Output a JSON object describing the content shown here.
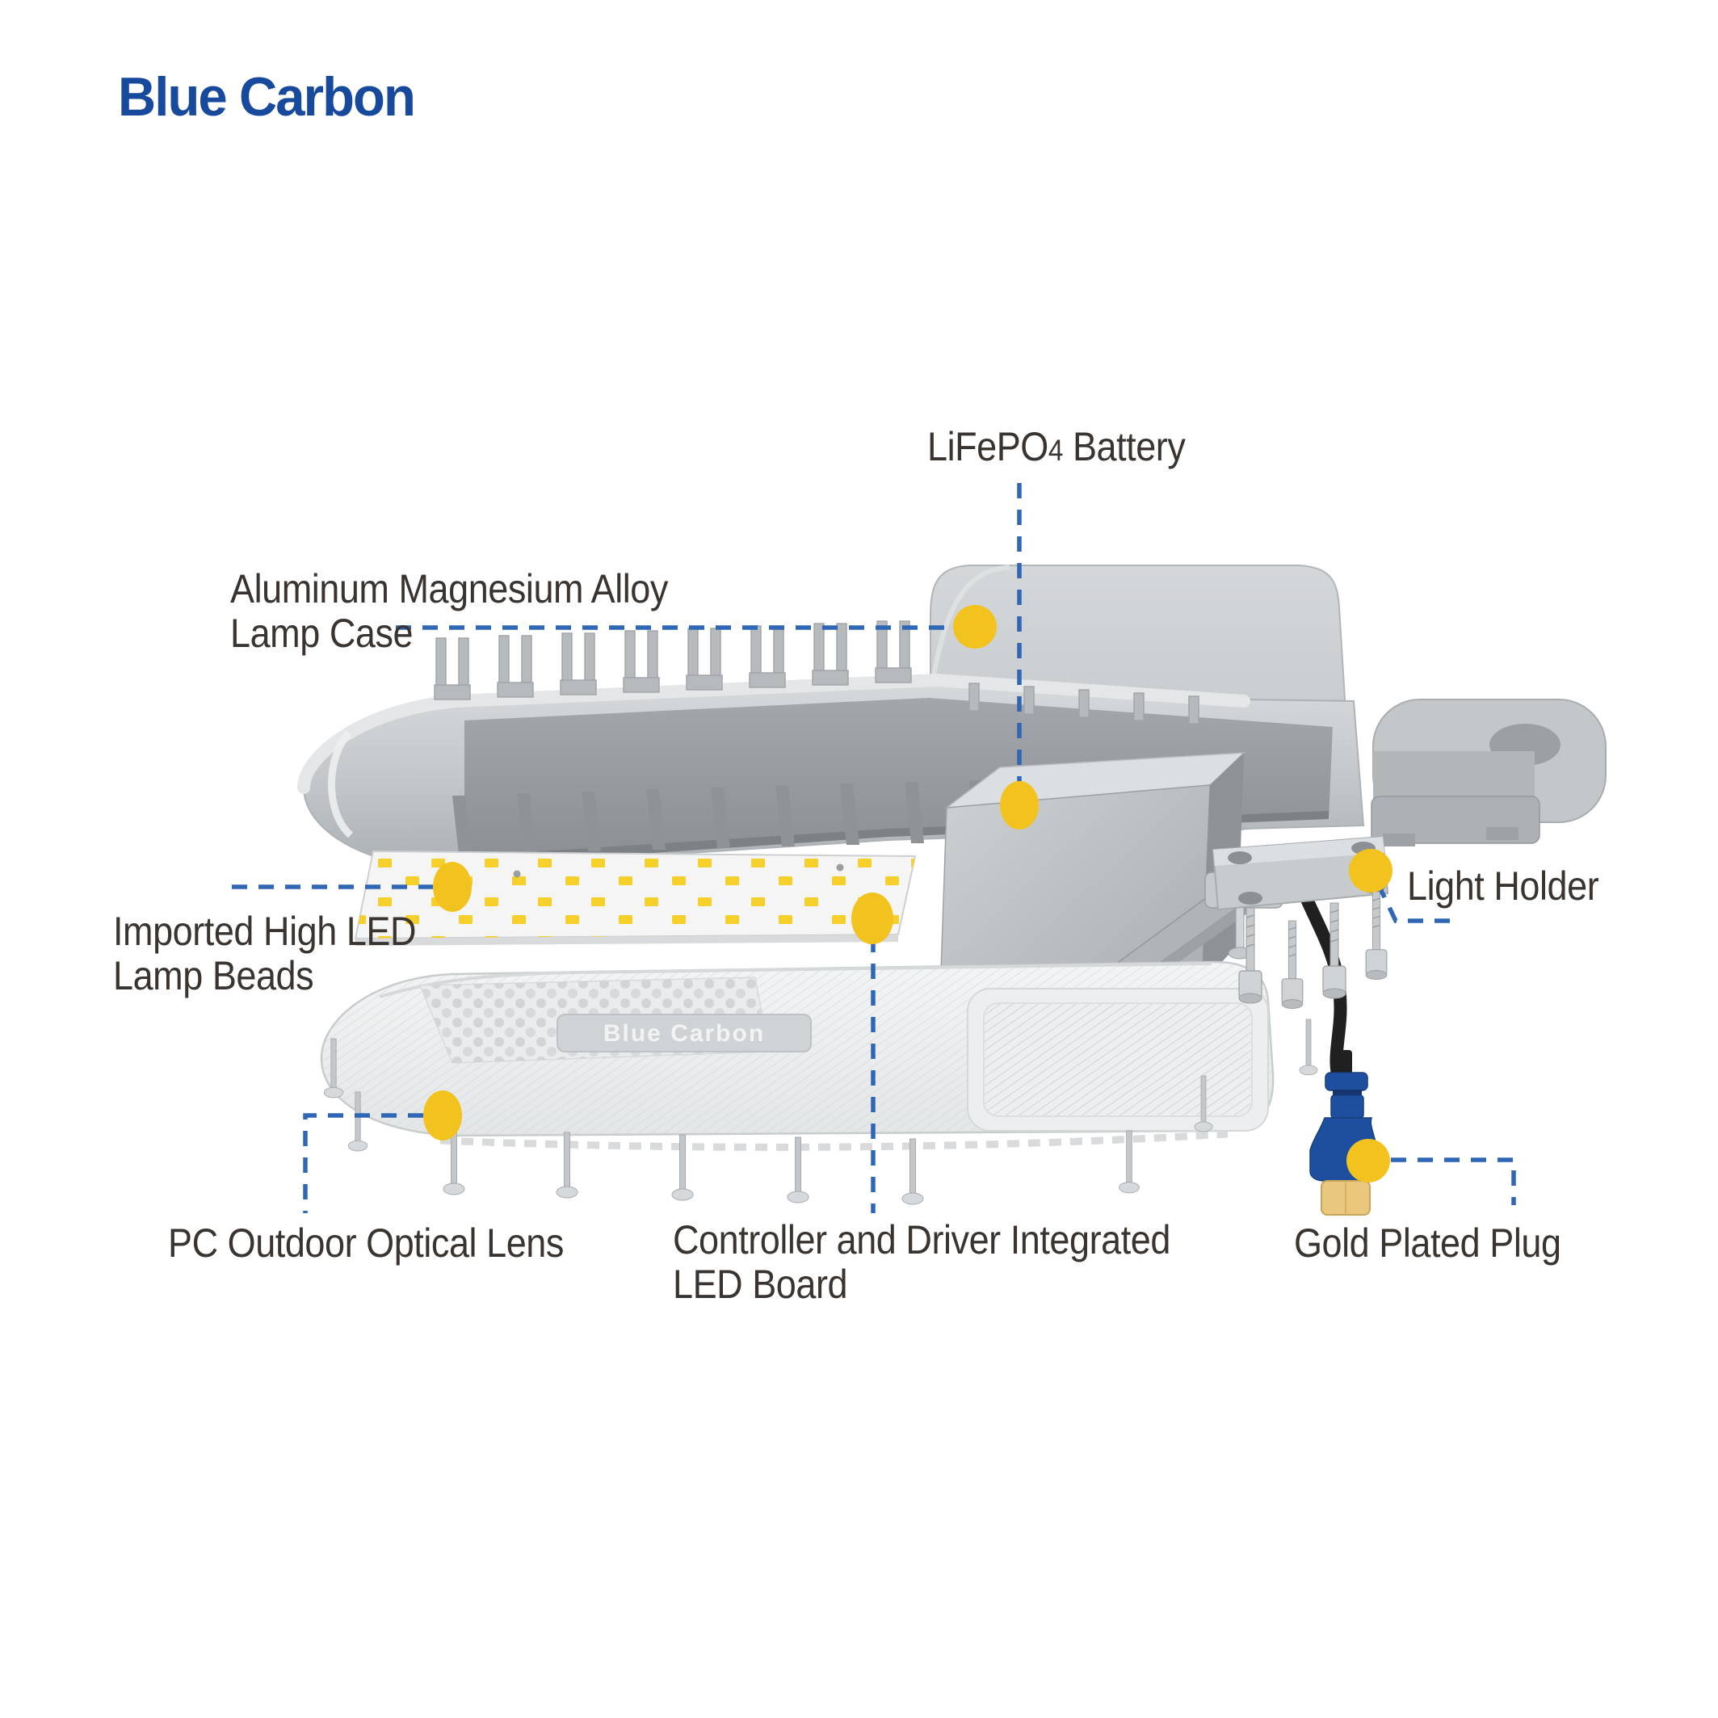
{
  "brand": {
    "logo_text": "Blue Carbon",
    "logo_color": "#17499c"
  },
  "colors": {
    "leader_blue": "#2f66b5",
    "marker_yellow": "#f2c31f",
    "label_text": "#3a3430",
    "plug_blue": "#1e4f9f",
    "plug_gold": "#e9c77d"
  },
  "labels": {
    "lamp_case": {
      "line1": "Aluminum Magnesium Alloy",
      "line2": "Lamp Case"
    },
    "battery": {
      "pre": "LiFePO",
      "sub": "4",
      "post": " Battery"
    },
    "light_holder": {
      "text": "Light Holder"
    },
    "led_beads": {
      "line1": "Imported High LED",
      "line2": "Lamp Beads"
    },
    "optical_lens": {
      "text": "PC Outdoor Optical Lens"
    },
    "led_board": {
      "line1": "Controller and Driver Integrated",
      "line2": "LED Board"
    },
    "plug": {
      "text": "Gold Plated Plug"
    }
  },
  "illustration": {
    "lens_nameplate": "Blue Carbon"
  }
}
